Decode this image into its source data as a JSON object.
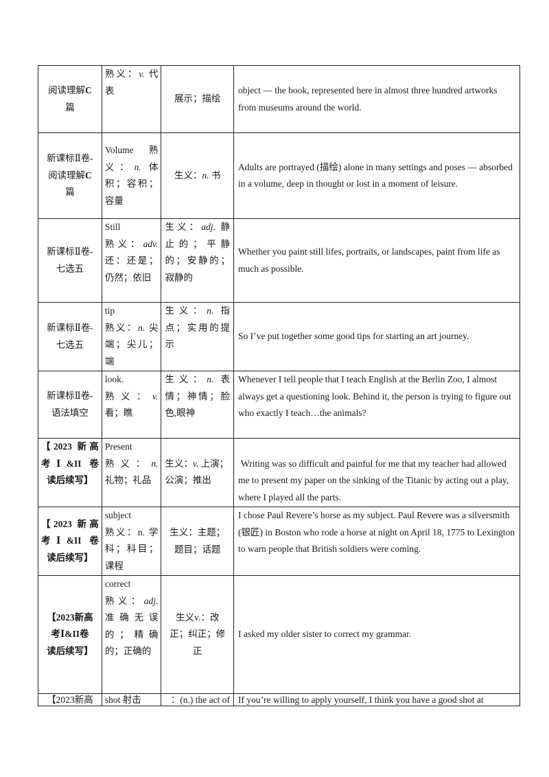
{
  "rows": [
    {
      "source": "阅读理解C篇",
      "familiar": "熟义：v. 代表",
      "generated": "展示；描绘",
      "example": "object — the book, represented here in almost three hundred artworks from museums around the world."
    },
    {
      "source": "新课标II卷-阅读理解C篇",
      "familiar": "Volume 熟义：n. 体积；容积；容量",
      "generated": "生义：n. 书",
      "example": "Adults are portrayed (描绘) alone in many settings and poses — absorbed in a volume, deep in thought or lost in a moment of leisure."
    },
    {
      "source": "新课标II卷-七选五",
      "familiar": "Still 熟义：adv. 还：还是；仍然；依旧",
      "generated": "生义：adj. 静止的；平静的；安静的；寂静的",
      "example": "Whether you paint still lifes, portraits, or landscapes, paint from life as much as possible."
    },
    {
      "source": "新课标II卷-七选五",
      "familiar": "tip 熟义：n. 尖端；尖儿；端",
      "generated": "生义：n. 指点；实用的提示",
      "example": "So I’ve put together some good tips for starting an art journey."
    },
    {
      "source": "新课标II卷-语法填空",
      "familiar": "look. 熟义：v. 看；瞧",
      "generated": "生义：n. 表情；神情；脸色,眼神",
      "example": "Whenever I tell people that I teach English at the Berlin Zoo, I almost always get a questioning look. Behind it, the person is trying to figure out who exactly I teach…the animals?"
    },
    {
      "source": "【2023新高考Ⅰ&II卷读后续写】",
      "familiar": "Present 熟义：n. 礼物；礼品",
      "generated": "生义：v. 上演；公演；推出",
      "example": "Writing was so difficult and painful for me that my teacher had allowed me to present my paper on the sinking of the Titanic by acting out a play, where I played all the parts."
    },
    {
      "source": "【2023新高考Ⅰ&II卷读后续写】",
      "familiar": "subject 熟义：n. 学科；科目；课程",
      "generated": "生义：主题；题目；话题",
      "example": "I chose Paul Revere’s horse as my subject. Paul Revere was a silversmith (银匠) in Boston who rode a horse at night on April 18, 1775 to Lexington to warn people that British soldiers were coming."
    },
    {
      "source": "【2023新高考Ⅰ&II卷读后续写】",
      "familiar": "correct 熟义：adj. 准确无误的；精确的；正确的",
      "generated": "生义v.：改正；纠正；修正",
      "example": "I asked my older sister to correct my grammar."
    },
    {
      "source": "【2023新高",
      "familiar": "shot 射击",
      "generated": "：(n.) the act of",
      "example": "If you’re willing to apply yourself, I think you have a good shot at"
    }
  ]
}
